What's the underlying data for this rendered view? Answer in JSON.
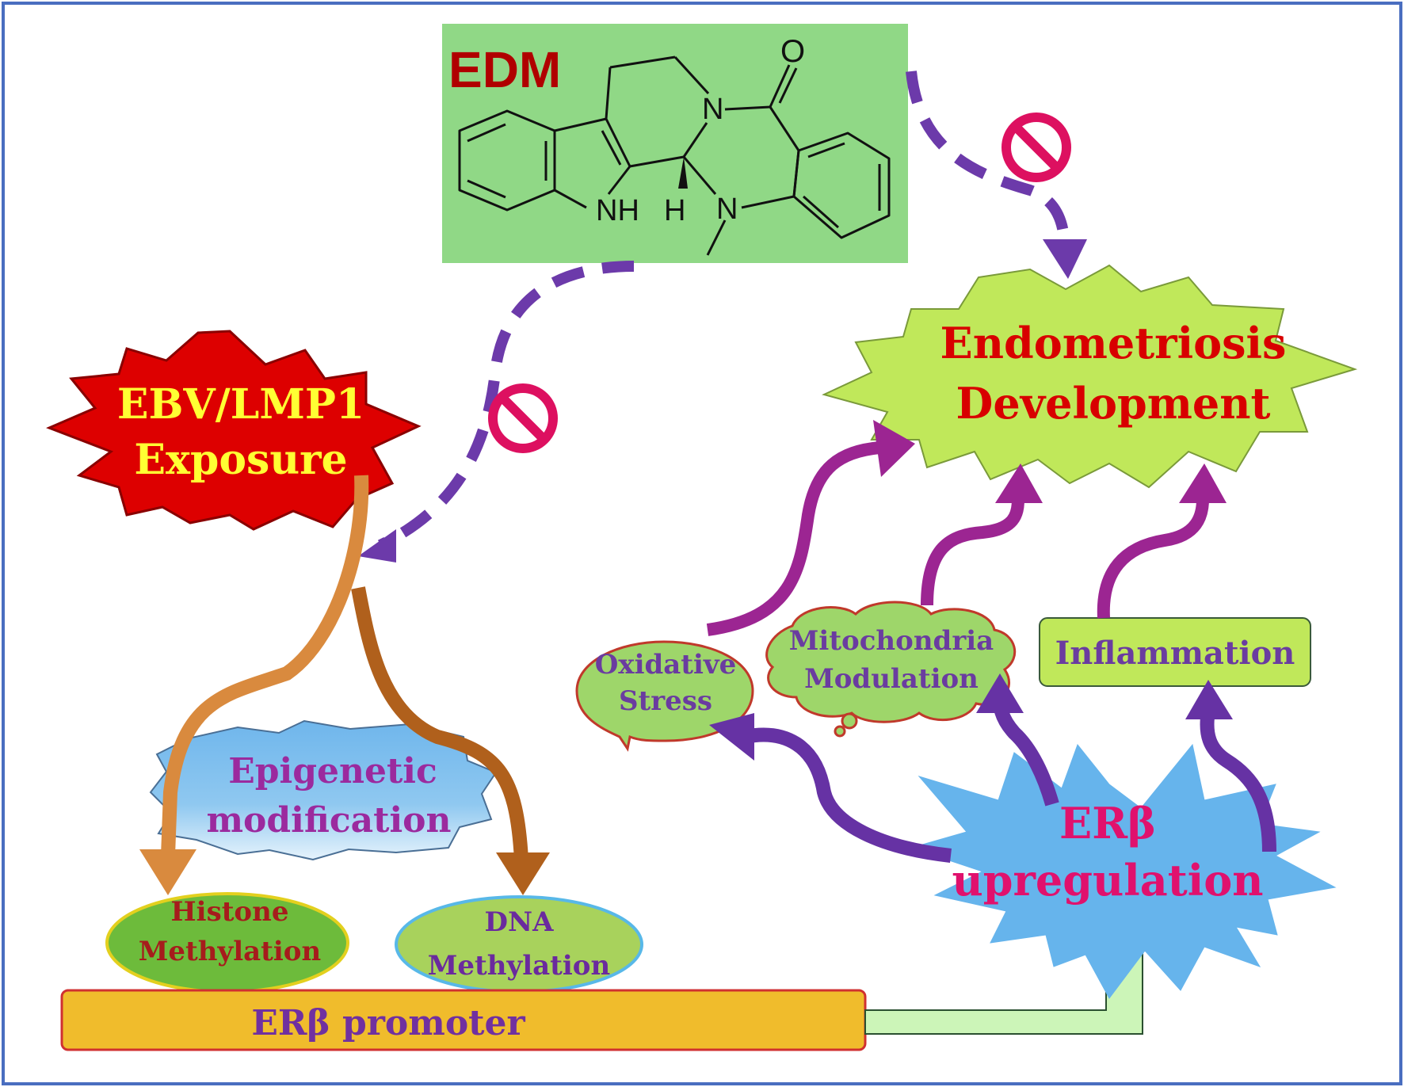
{
  "compound": {
    "label": "EDM",
    "atoms": {
      "n_amide": "N",
      "n_methyl": "N",
      "nh": "NH",
      "h_stereo": "H",
      "oxygen": "O"
    }
  },
  "nodes": {
    "ebv": [
      "EBV/LMP1",
      "Exposure"
    ],
    "endometriosis": [
      "Endometriosis",
      "Development"
    ],
    "epigenetic": [
      "Epigenetic",
      "modification"
    ],
    "histone": [
      "Histone",
      "Methylation"
    ],
    "dna": [
      "DNA",
      "Methylation"
    ],
    "promoter": "ERβ promoter",
    "erb": [
      "ERβ",
      "upregulation"
    ],
    "oxidative": [
      "Oxidative",
      "Stress"
    ],
    "mito": [
      "Mitochondria",
      "Modulation"
    ],
    "inflammation": "Inflammation"
  },
  "colors": {
    "edm_box": "#90d886",
    "edm_text": "#b00000",
    "ebv_fill": "#dd0000",
    "ebv_text": "#ffff33",
    "endo_fill": "#c0e85a",
    "endo_text": "#d80000",
    "epi_fill": "#6fb6ec",
    "epi_text": "#9b2a9e",
    "histone_fill": "#6dbb3b",
    "histone_text": "#a61c1c",
    "dna_fill": "#a8d25c",
    "dna_text": "#6a2a9e",
    "promoter_fill": "#f0bc2c",
    "promoter_text": "#7030a0",
    "erb_fill": "#66b4ec",
    "erb_text": "#e0116d",
    "node_fill": "#9ed66a",
    "node_text": "#6a3ca0",
    "dashed_arrow": "#6c3aaa",
    "purple_arrow": "#6632a4",
    "magenta_arrow": "#9c2592",
    "orange_arrow": "#d98a3e",
    "brown_arrow": "#b0601c",
    "green_arrow": "#ccf5b8",
    "inhibit": "#dd1060",
    "frame": "#4a6ec0"
  }
}
